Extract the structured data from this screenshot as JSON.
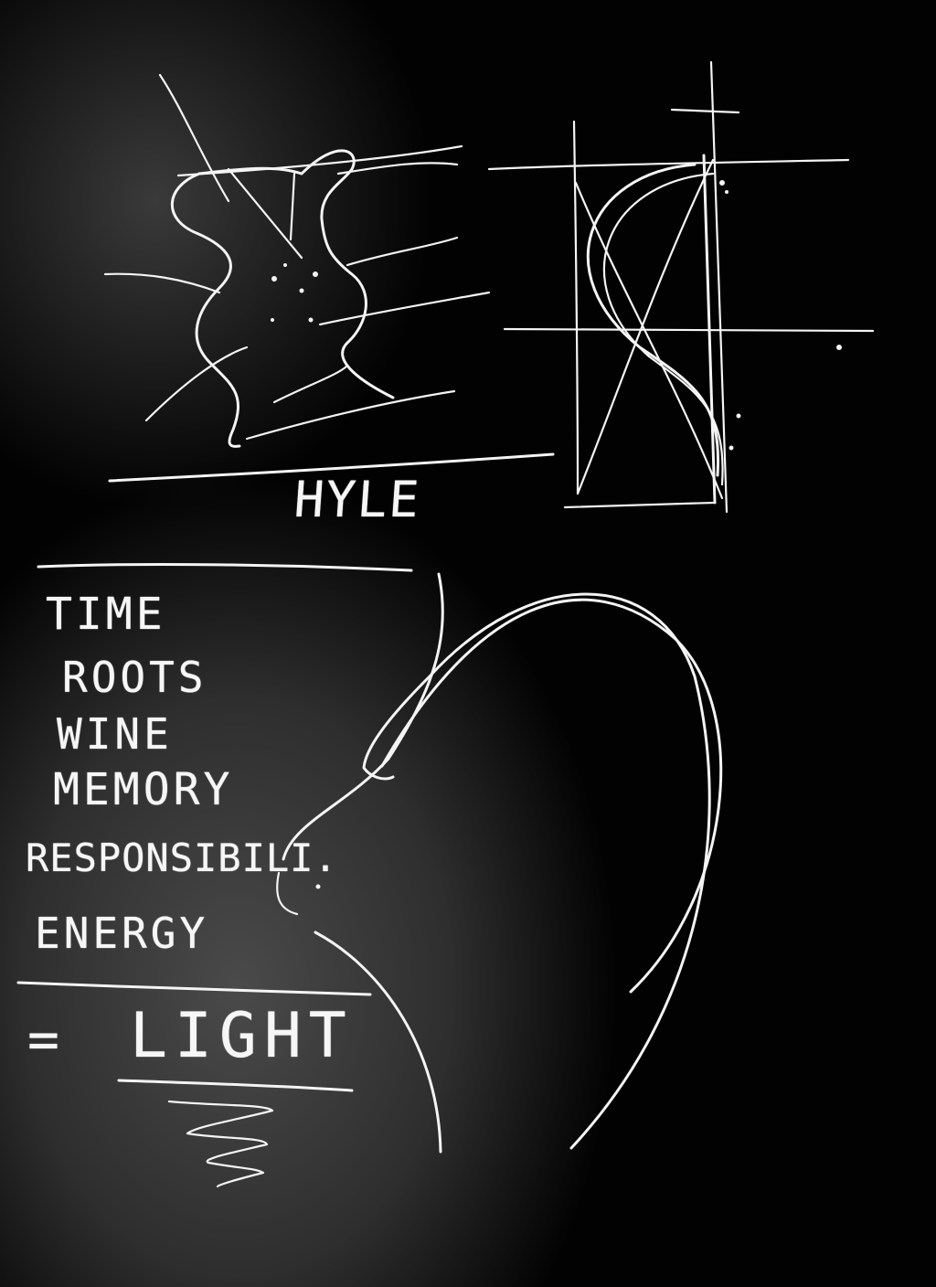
{
  "sketch": {
    "heading": "HYLE",
    "words": [
      "TIME",
      "ROOTS",
      "WINE",
      "MEMORY",
      "RESPONSIBILI.",
      "ENERGY"
    ],
    "result_sign": "=",
    "result_word": "LIGHT"
  },
  "colors": {
    "chalk": "#f4f4f4",
    "board": "#020202",
    "board_light": "#4a4a4a"
  }
}
